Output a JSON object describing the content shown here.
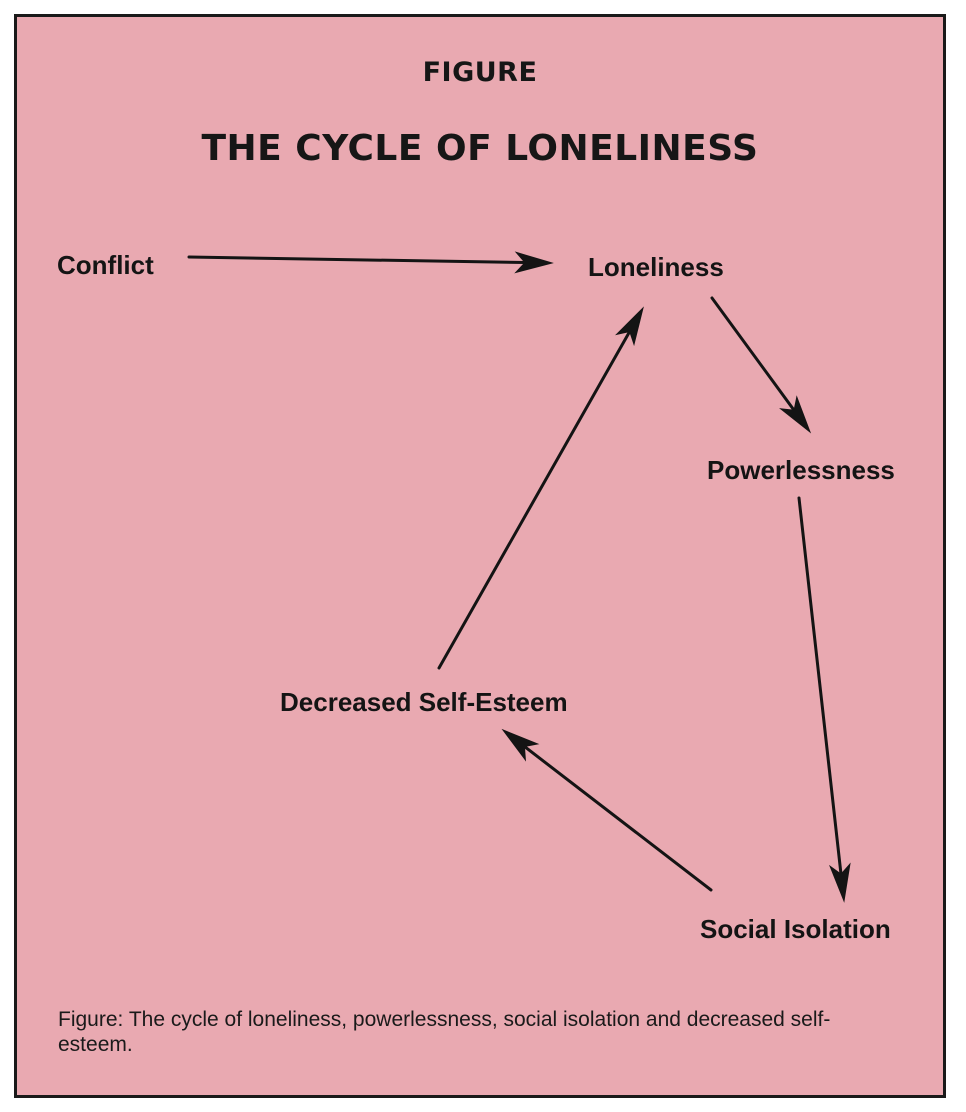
{
  "figure": {
    "label": "FIGURE",
    "title": "THE CYCLE OF LONELINESS",
    "caption": "Figure: The cycle of loneliness, powerlessness, social isolation and decreased self-esteem.",
    "background_color": "#e9a9b1",
    "ink_color": "#141414"
  },
  "nodes": {
    "conflict": "Conflict",
    "loneliness": "Loneliness",
    "powerlessness": "Powerlessness",
    "social_isolation": "Social Isolation",
    "decreased_self_esteem": "Decreased Self-Esteem"
  },
  "edges": [
    {
      "from": "Conflict",
      "to": "Loneliness"
    },
    {
      "from": "Loneliness",
      "to": "Powerlessness"
    },
    {
      "from": "Powerlessness",
      "to": "Social Isolation"
    },
    {
      "from": "Social Isolation",
      "to": "Decreased Self-Esteem"
    },
    {
      "from": "Decreased Self-Esteem",
      "to": "Loneliness"
    }
  ]
}
